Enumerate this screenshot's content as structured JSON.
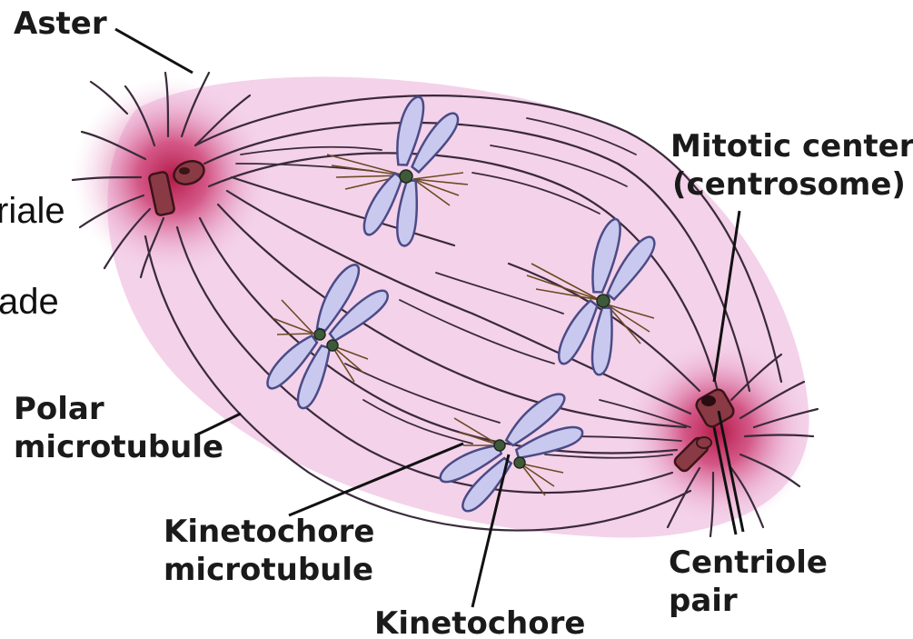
{
  "labels": {
    "aster": "Aster",
    "mitotic_center_line1": "Mitotic center",
    "mitotic_center_line2": "(centrosome)",
    "polar_line1": "Polar",
    "polar_line2": "microtubule",
    "kinetochore_mt_line1": "Kinetochore",
    "kinetochore_mt_line2": "microtubule",
    "kinetochore": "Kinetochore",
    "centriole_line1": "Centriole",
    "centriole_line2": "pair"
  },
  "overlay_text": {
    "fragment_1": "riale",
    "fragment_2": "ade"
  },
  "colors": {
    "spindle_fill": "#f4d2ea",
    "aster_glow": "#c2184f",
    "chromosome_fill": "#c9c9ef",
    "chromosome_outline": "#4b4b86",
    "centriole": "#8a3a44"
  }
}
